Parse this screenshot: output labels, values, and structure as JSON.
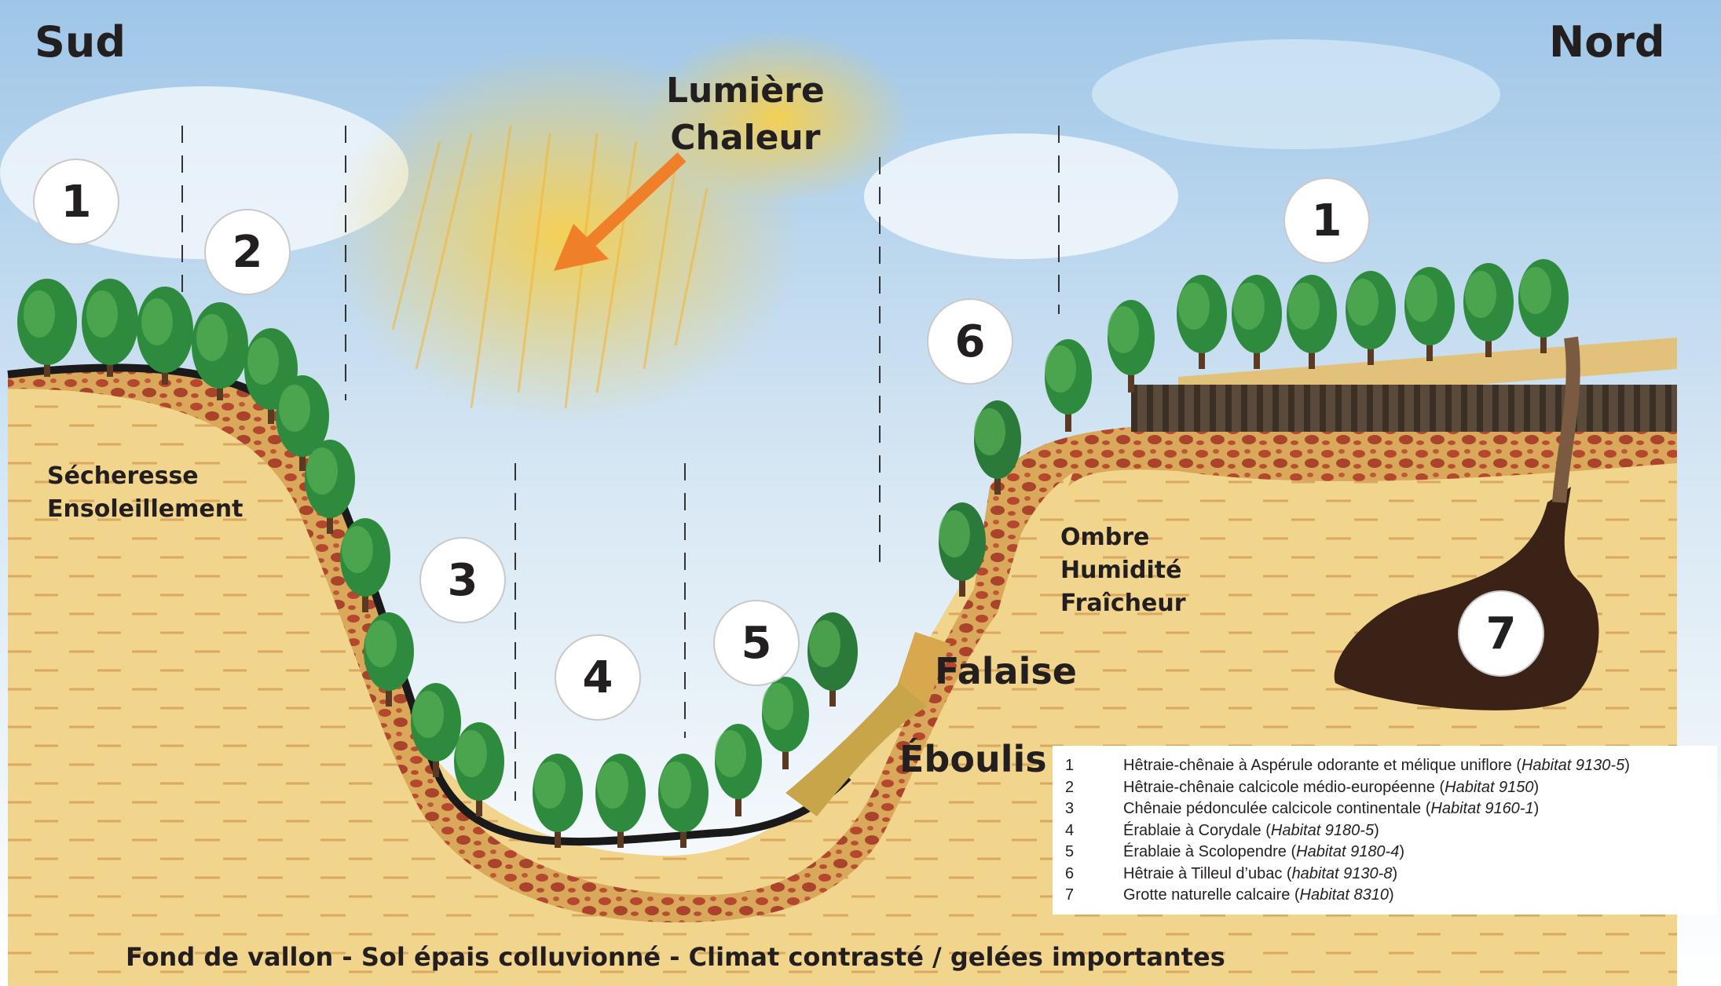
{
  "directions": {
    "south": "Sud",
    "north": "Nord"
  },
  "sun": {
    "line1": "Lumière",
    "line2": "Chaleur"
  },
  "south_conditions": {
    "line1": "Sécheresse",
    "line2": "Ensoleillement"
  },
  "north_conditions": {
    "line1": "Ombre",
    "line2": "Humidité",
    "line3": "Fraîcheur"
  },
  "features": {
    "cliff": "Falaise",
    "scree": "Éboulis"
  },
  "zone_numbers": [
    "1",
    "2",
    "3",
    "4",
    "5",
    "6",
    "1",
    "7"
  ],
  "legend": [
    {
      "num": "1",
      "text": "Hêtraie-chênaie à Aspérule odorante et mélique uniflore (",
      "habitat": "Habitat 9130-5",
      "end": ")"
    },
    {
      "num": "2",
      "text": "Hêtraie-chênaie calcicole médio-européenne (",
      "habitat": "Habitat 9150",
      "end": ")"
    },
    {
      "num": "3",
      "text": "Chênaie pédonculée calcicole continentale (",
      "habitat": "Habitat 9160-1",
      "end": ")"
    },
    {
      "num": "4",
      "text": "Érablaie à Corydale (",
      "habitat": "Habitat 9180-5",
      "end": ")"
    },
    {
      "num": "5",
      "text": "Érablaie à Scolopendre (",
      "habitat": "Habitat 9180-4",
      "end": ")"
    },
    {
      "num": "6",
      "text": "Hêtraie à Tilleul d’ubac (",
      "habitat": "habitat 9130-8",
      "end": ")"
    },
    {
      "num": "7",
      "text": "Grotte naturelle calcaire (",
      "habitat": "Habitat 8310",
      "end": ")"
    }
  ],
  "caption": "Fond de vallon - Sol épais colluvionné - Climat contrasté / gelées importantes",
  "colors": {
    "sky": "#bcd8ee",
    "ground": "#f0d48c",
    "soil": "#a0522d",
    "tree": "#2e8b3e",
    "arrow": "#f07f2a",
    "sun": "#f5c74a"
  }
}
